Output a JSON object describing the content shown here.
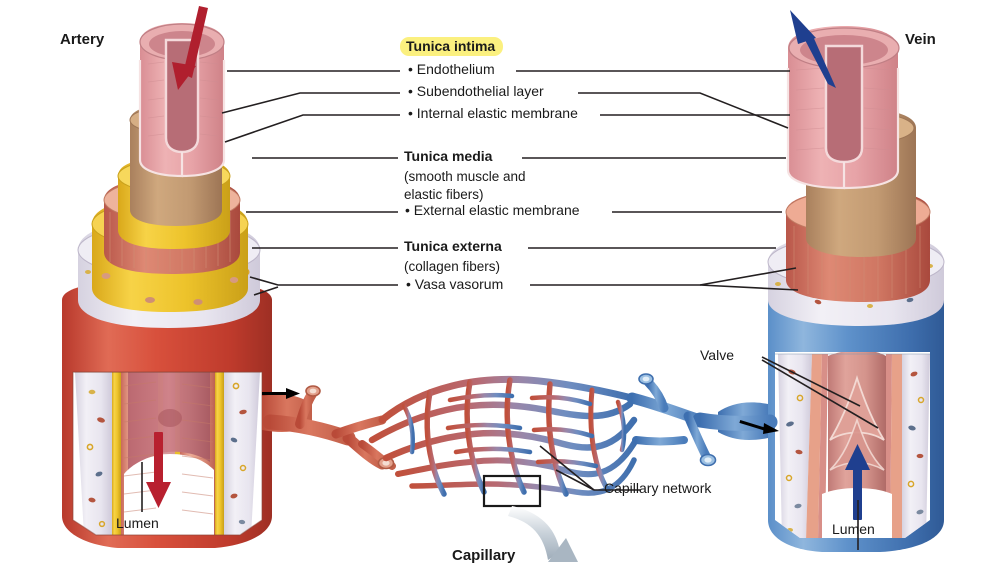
{
  "figure": {
    "title_artery": "Artery",
    "title_vein": "Vein"
  },
  "labels": {
    "tunica_intima": "Tunica intima",
    "endothelium": "• Endothelium",
    "subendothelial": "• Subendothelial layer",
    "internal_elastic": "• Internal elastic membrane",
    "tunica_media": "Tunica media",
    "tunica_media_sub1": "(smooth muscle and",
    "tunica_media_sub2": "elastic fibers)",
    "external_elastic": "• External elastic membrane",
    "tunica_externa": "Tunica externa",
    "tunica_externa_sub": "(collagen fibers)",
    "vasa_vasorum": "• Vasa vasorum",
    "valve": "Valve",
    "capillary_network": "Capillary network",
    "lumen_artery": "Lumen",
    "lumen_vein": "Lumen",
    "capillary": "Capillary"
  },
  "colors": {
    "highlight": "#fbf07f",
    "artery_red": "#d0402f",
    "vein_blue": "#4a7fbe",
    "arrow_artery": "#b01f2e",
    "arrow_vein": "#1f3f8f",
    "leader": "#231f20",
    "tunica_media_yellow": "#f2c722",
    "endothelium_pink": "#e2a0a3",
    "subendothelial_tan": "#c49a73",
    "externa_lilac": "#e7e3ee"
  },
  "flow_arrows": {
    "artery_in": "down-arrow-red",
    "vein_out": "up-arrow-blue",
    "arteriole_flow": "right-arrow-black",
    "venule_flow": "right-arrow-black",
    "lumen_artery_flow": "down-arrow-red",
    "lumen_vein_flow": "up-arrow-blue",
    "capillary_callout": "curved-grey-arrow"
  }
}
